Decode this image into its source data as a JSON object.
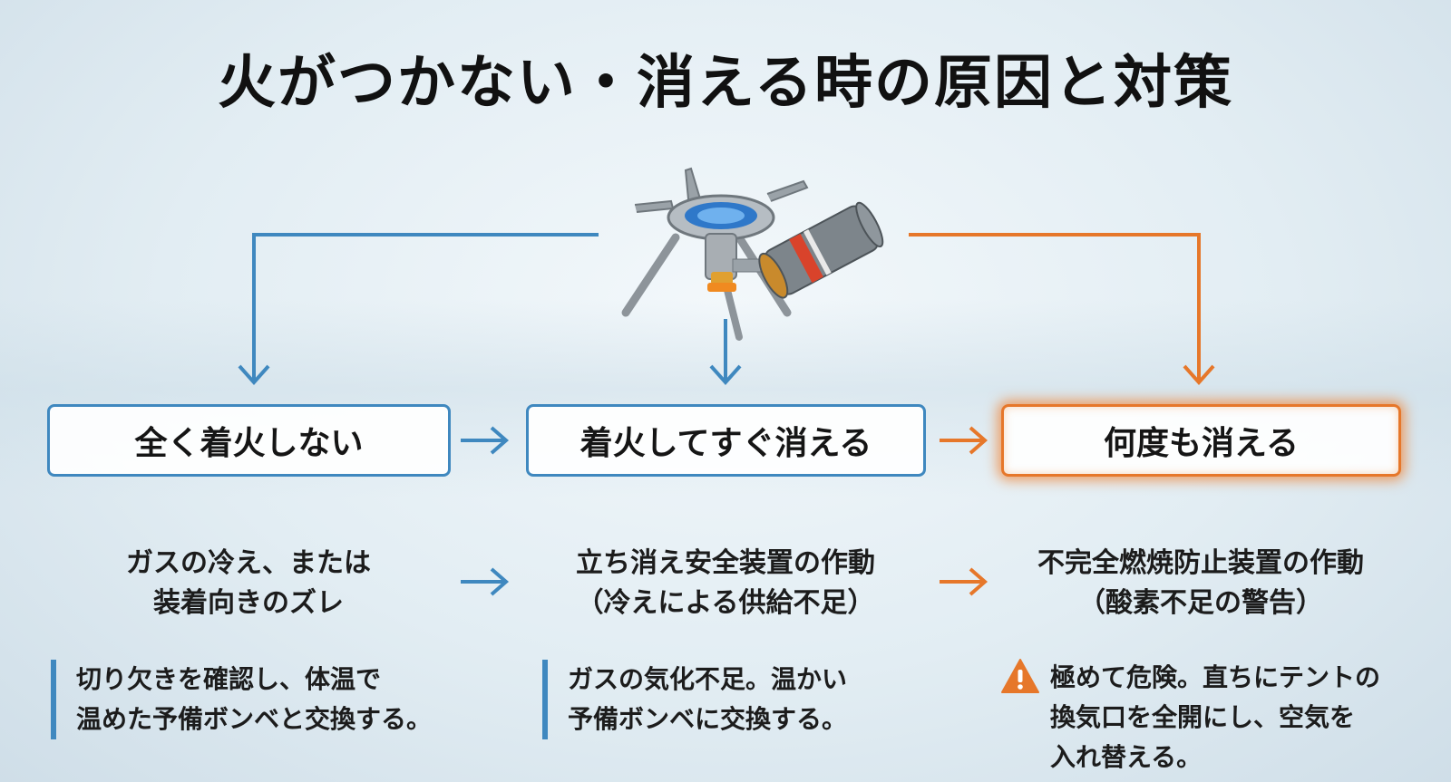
{
  "title": "火がつかない・消える時の原因と対策",
  "colors": {
    "blue": "#3f88bf",
    "orange": "#e6772a"
  },
  "steps": [
    {
      "label": "全く着火しない",
      "accent": "blue"
    },
    {
      "label": "着火してすぐ消える",
      "accent": "blue"
    },
    {
      "label": "何度も消える",
      "accent": "orange"
    }
  ],
  "causes": [
    {
      "lines": [
        "ガスの冷え、または",
        "装着向きのズレ"
      ]
    },
    {
      "lines": [
        "立ち消え安全装置の作動",
        "（冷えによる供給不足）"
      ]
    },
    {
      "lines": [
        "不完全燃焼防止装置の作動",
        "（酸素不足の警告）"
      ]
    }
  ],
  "actions": [
    {
      "lines": [
        "切り欠きを確認し、体温で",
        "温めた予備ボンベと交換する。"
      ],
      "icon": "info-bar"
    },
    {
      "lines": [
        "ガスの気化不足。温かい",
        "予備ボンベに交換する。"
      ],
      "icon": "info-bar"
    },
    {
      "lines": [
        "極めて危険。直ちにテントの",
        "換気口を全開にし、空気を",
        "入れ替える。"
      ],
      "icon": "warning-triangle-icon"
    }
  ]
}
